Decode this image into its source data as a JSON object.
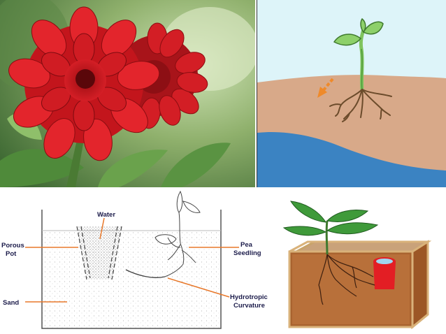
{
  "panels": {
    "flower": {
      "subject": "red dahlia flowers"
    },
    "seedling": {
      "subject": "seedling with roots growing in soil toward water"
    },
    "hydrotropism": {
      "labels": {
        "water": "Water",
        "porous_line1": "Porous",
        "porous_line2": "Pot",
        "pea_line1": "Pea",
        "pea_line2": "Seedling",
        "sand": "Sand",
        "curv_line1": "Hydrotropic",
        "curv_line2": "Curvature"
      }
    },
    "glass_box": {
      "subject": "plant in glass box with roots curving toward water cup"
    }
  },
  "colors": {
    "flower_red": "#c8141a",
    "soil_tan": "#d8a989",
    "water_blue": "#3b83c2",
    "sky_light": "#ddf4f9",
    "label_line": "#e8782a",
    "label_text": "#1b1b4a"
  }
}
